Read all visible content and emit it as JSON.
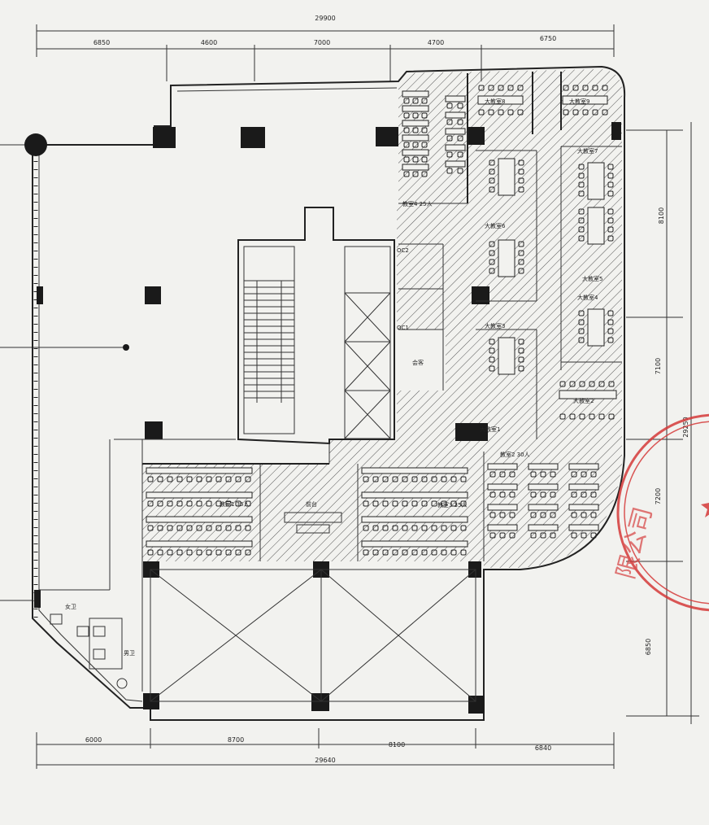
{
  "dimensions": {
    "top_total": "29900",
    "top_segments": [
      "6850",
      "4600",
      "7000",
      "4700",
      "6750"
    ],
    "bottom_segments": [
      "6000",
      "8700",
      "8100",
      "6840"
    ],
    "bottom_total": "29640",
    "right_segments": [
      "8100",
      "7100",
      "7200",
      "6850"
    ],
    "right_total": "29250"
  },
  "rooms": {
    "big1": "大教室1",
    "big2": "大教室2",
    "big3": "大教室3",
    "big4": "大教室4",
    "big5": "大教室5",
    "big6": "大教室6",
    "big7": "大教室7",
    "big8": "大教室8",
    "big9": "大教室9",
    "cls1": "教室1 35人",
    "cls2": "教室2 30人",
    "cls3": "教室3 35人",
    "cls4": "教室4 25人",
    "oc1": "OC1",
    "oc2": "OC2",
    "office": "会客",
    "reception": "前台",
    "women_wc": "女卫",
    "men_wc": "男卫"
  },
  "stamp": {
    "text": "限公司",
    "color": "#d53a3a"
  }
}
